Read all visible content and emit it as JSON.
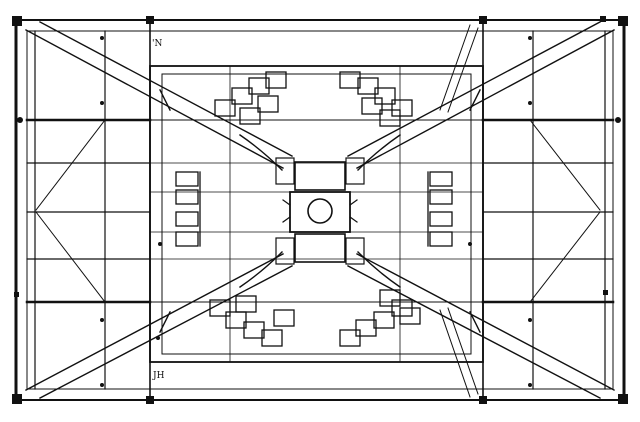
{
  "diagram": {
    "kind": "technical line drawing, top/plan view of a symmetric rig with four diagonal arms and seating clusters",
    "ink_color": "#111111",
    "paper_color": "#ffffff",
    "labels": {
      "top_marker": "'N",
      "bottom_marker": "JH"
    }
  }
}
